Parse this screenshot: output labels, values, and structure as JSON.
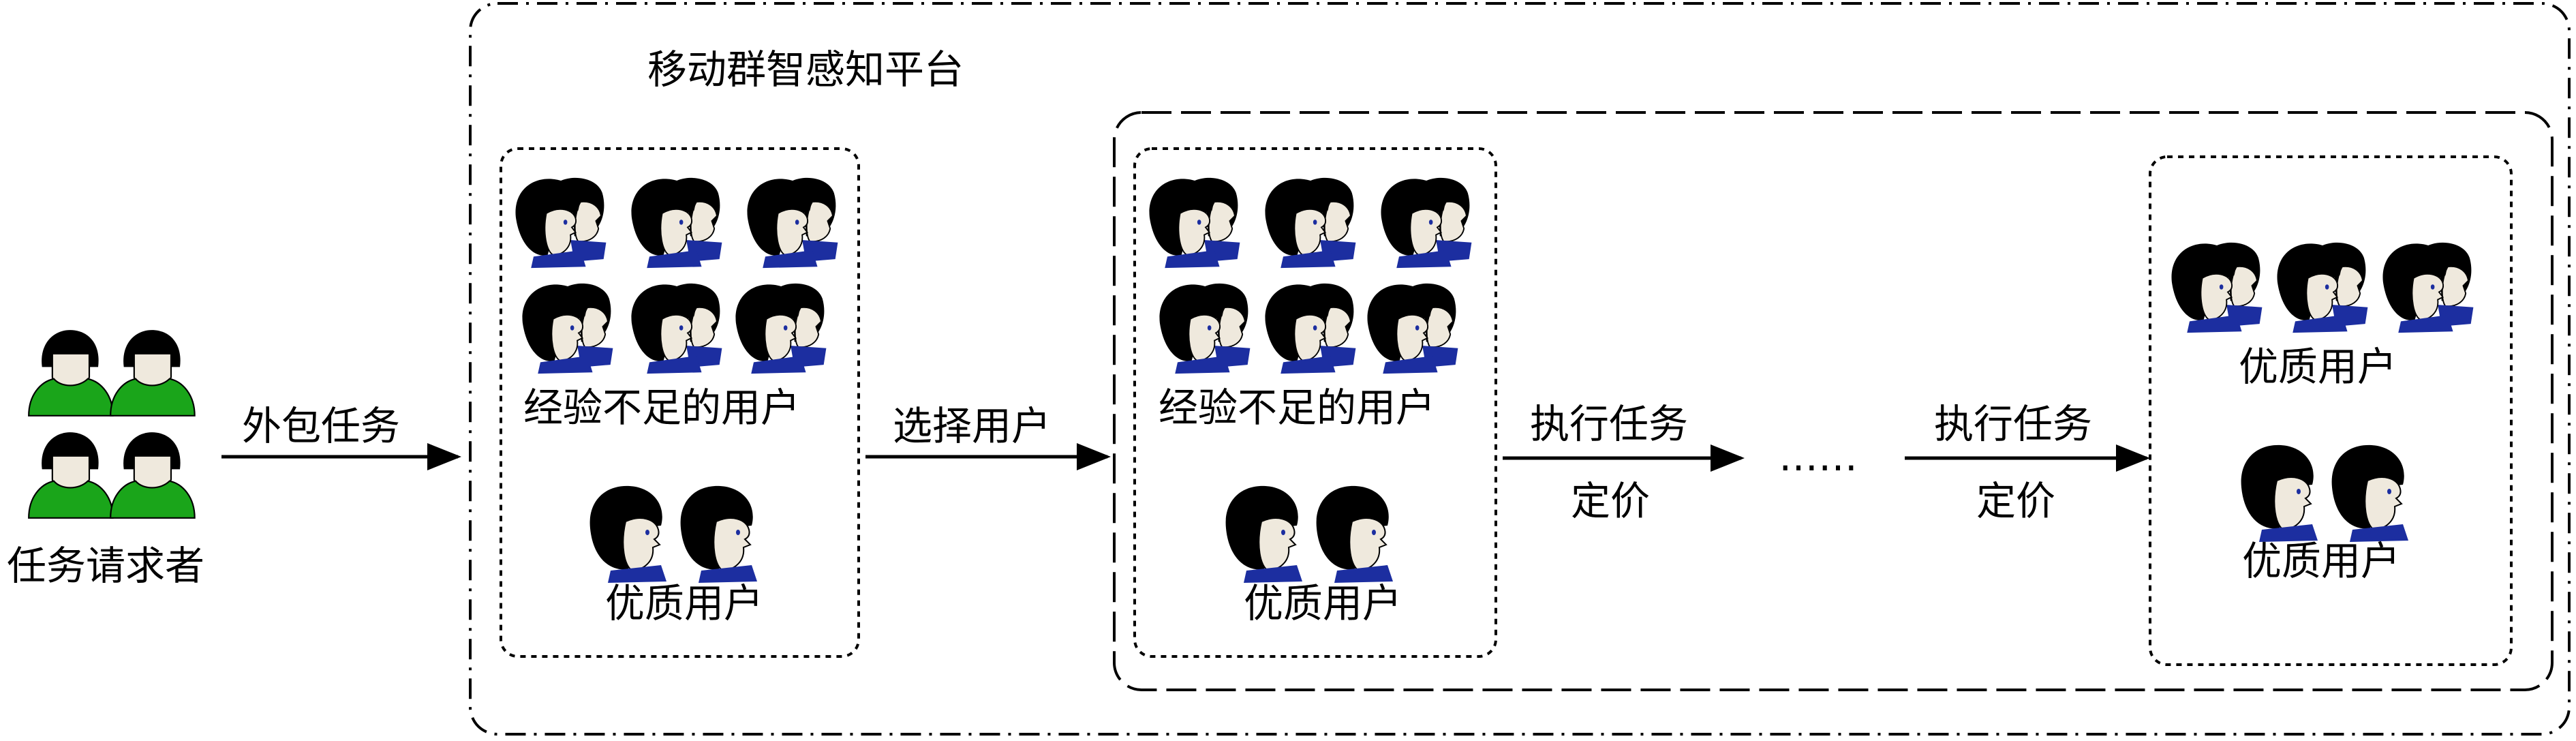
{
  "platform": {
    "title": "移动群智感知平台"
  },
  "requester": {
    "label": "任务请求者"
  },
  "arrows": {
    "outsource": "外包任务",
    "select": "选择用户",
    "execute1": {
      "top": "执行任务",
      "bottom": "定价"
    },
    "execute2": {
      "top": "执行任务",
      "bottom": "定价"
    }
  },
  "ellipsis": "……",
  "groups": {
    "g1": {
      "insufficient": "经验不足的用户",
      "quality": "优质用户"
    },
    "g2": {
      "insufficient": "经验不足的用户",
      "quality": "优质用户"
    },
    "g3": {
      "quality_top": "优质用户",
      "quality_bottom": "优质用户"
    }
  },
  "colors": {
    "requester": "#1aa51a",
    "shirt": "#1c2ea0",
    "skin": "#efe9dd",
    "hair": "#000000"
  }
}
